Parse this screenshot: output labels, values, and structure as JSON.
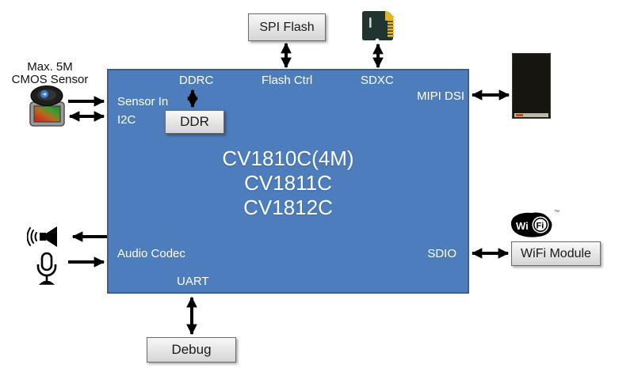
{
  "diagram": {
    "type": "soc-block-diagram",
    "chip": {
      "title_lines": [
        "CV1810C(4M)",
        "CV1811C",
        "CV1812C"
      ],
      "ports": {
        "ddrc": "DDRC",
        "flash_ctrl": "Flash Ctrl",
        "sdxc": "SDXC",
        "sensor_in": "Sensor In",
        "i2c": "I2C",
        "mipi_dsi": "MIPI DSI",
        "audio_codec": "Audio Codec",
        "sdio": "SDIO",
        "uart": "UART"
      }
    },
    "peripherals": {
      "spi_flash": "SPI Flash",
      "ddr": "DDR",
      "debug": "Debug",
      "wifi_module": "WiFi Module",
      "cmos_label_line1": "Max. 5M",
      "cmos_label_line2": "CMOS Sensor"
    },
    "wifi_logo": {
      "wi": "Wi",
      "fi": "Fi",
      "tm": "™"
    },
    "icons": {
      "camera": "cmos-camera-icon",
      "sd_card": "sd-card-icon",
      "display": "lcd-display-module-icon",
      "speaker": "speaker-icon",
      "microphone": "microphone-icon",
      "wifi": "wifi-logo-icon"
    },
    "colors": {
      "chip_fill": "#4d7dbc",
      "chip_border": "#38618f",
      "chip_text": "#ffffff",
      "box_face_light": "#f8f8f8",
      "box_face_dark": "#d5d5d5",
      "box_border": "#6b6b6b",
      "arrow": "#000000",
      "sd_body": "#20352f",
      "sd_pins": "#e3b628",
      "background": "#ffffff"
    },
    "connections": [
      {
        "from": "SPI Flash",
        "to": "Flash Ctrl",
        "direction": "bidirectional"
      },
      {
        "from": "SD card",
        "to": "SDXC",
        "direction": "bidirectional"
      },
      {
        "from": "DDRC",
        "to": "DDR",
        "direction": "bidirectional"
      },
      {
        "from": "CMOS Sensor",
        "to": "Sensor In",
        "direction": "in"
      },
      {
        "from": "CMOS Sensor",
        "to": "I2C",
        "direction": "bidirectional"
      },
      {
        "from": "MIPI DSI",
        "to": "Display",
        "direction": "bidirectional"
      },
      {
        "from": "Audio Codec",
        "to": "Speaker",
        "direction": "out"
      },
      {
        "from": "Microphone",
        "to": "Audio Codec",
        "direction": "in"
      },
      {
        "from": "SDIO",
        "to": "WiFi Module",
        "direction": "bidirectional"
      },
      {
        "from": "UART",
        "to": "Debug",
        "direction": "bidirectional"
      }
    ]
  }
}
